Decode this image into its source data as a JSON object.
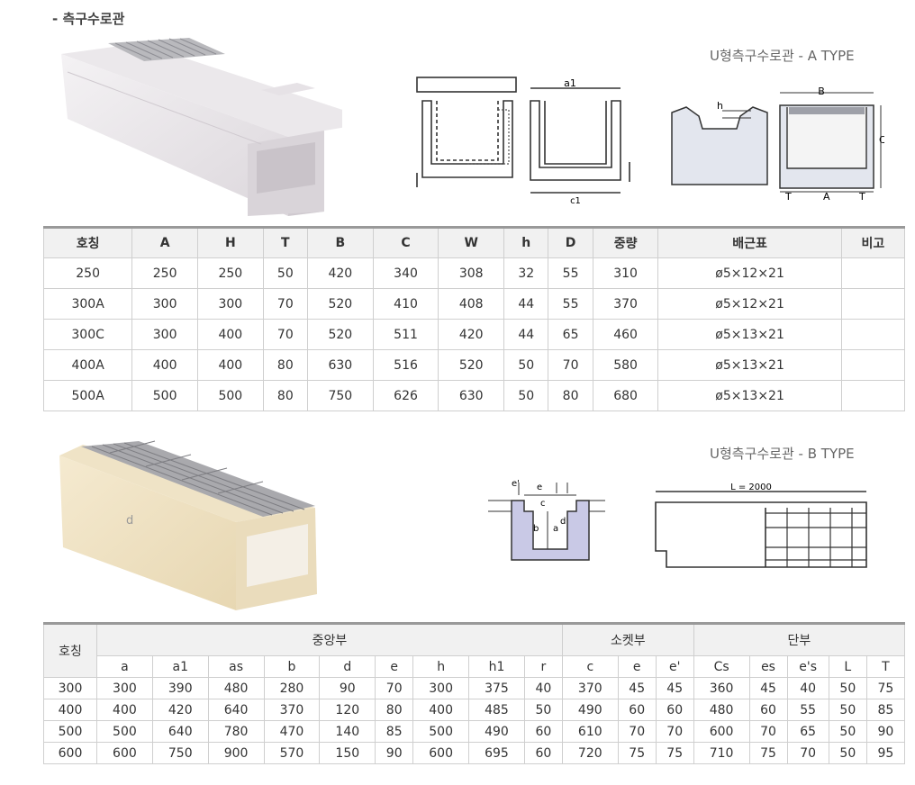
{
  "section_title": "- 측구수로관",
  "type_a": {
    "title": "U형측구수로관 - A TYPE",
    "drawing_labels": {
      "a1": "a1",
      "c1": "c1",
      "h": "h",
      "B": "B",
      "C": "C",
      "T": "T",
      "A": "A"
    },
    "headers": [
      "호칭",
      "A",
      "H",
      "T",
      "B",
      "C",
      "W",
      "h",
      "D",
      "중량",
      "배근표",
      "비고"
    ],
    "rows": [
      [
        "250",
        "250",
        "250",
        "50",
        "420",
        "340",
        "308",
        "32",
        "55",
        "310",
        "ø5×12×21",
        ""
      ],
      [
        "300A",
        "300",
        "300",
        "70",
        "520",
        "410",
        "408",
        "44",
        "55",
        "370",
        "ø5×12×21",
        ""
      ],
      [
        "300C",
        "300",
        "400",
        "70",
        "520",
        "511",
        "420",
        "44",
        "65",
        "460",
        "ø5×13×21",
        ""
      ],
      [
        "400A",
        "400",
        "400",
        "80",
        "630",
        "516",
        "520",
        "50",
        "70",
        "580",
        "ø5×13×21",
        ""
      ],
      [
        "500A",
        "500",
        "500",
        "80",
        "750",
        "626",
        "630",
        "50",
        "80",
        "680",
        "ø5×13×21",
        ""
      ]
    ]
  },
  "type_b": {
    "title": "U형측구수로관 - B TYPE",
    "drawing_labels": {
      "e1": "e'",
      "e": "e",
      "c": "c",
      "b": "b",
      "a": "a",
      "d": "d",
      "L": "L = 2000"
    },
    "group_headers": {
      "name": "호칭",
      "center": "중앙부",
      "socket": "소켓부",
      "end": "단부"
    },
    "subheaders": [
      "a",
      "a1",
      "as",
      "b",
      "d",
      "e",
      "h",
      "h1",
      "r",
      "c",
      "e",
      "e'",
      "Cs",
      "es",
      "e's",
      "L",
      "T"
    ],
    "rows": [
      [
        "300",
        "300",
        "390",
        "480",
        "280",
        "90",
        "70",
        "300",
        "375",
        "40",
        "370",
        "45",
        "45",
        "360",
        "45",
        "40",
        "50",
        "75"
      ],
      [
        "400",
        "400",
        "420",
        "640",
        "370",
        "120",
        "80",
        "400",
        "485",
        "50",
        "490",
        "60",
        "60",
        "480",
        "60",
        "55",
        "50",
        "85"
      ],
      [
        "500",
        "500",
        "640",
        "780",
        "470",
        "140",
        "85",
        "500",
        "490",
        "60",
        "610",
        "70",
        "70",
        "600",
        "70",
        "65",
        "50",
        "90"
      ],
      [
        "600",
        "600",
        "750",
        "900",
        "570",
        "150",
        "90",
        "600",
        "695",
        "60",
        "720",
        "75",
        "75",
        "710",
        "75",
        "70",
        "50",
        "95"
      ]
    ]
  }
}
